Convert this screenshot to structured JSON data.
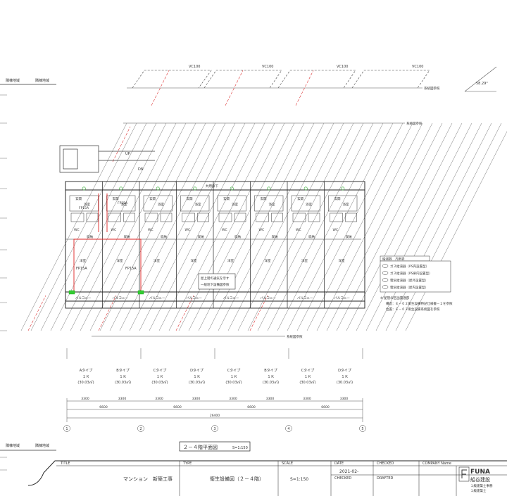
{
  "sheet": {
    "title_plan": "２－４階平面図",
    "scale_plan": "S=1:150",
    "neighbor_left_top": "隣棟地域",
    "neighbor_right_top": "隣棟地域",
    "neighbor_left_bottom": "隣棟地域",
    "neighbor_right_bottom": "隣棟地域",
    "angle": "58.29°",
    "ref_note_1": "系統図参照",
    "ref_note_2": "系統図参照",
    "ref_note_3": "系統図参照",
    "pipe_labels": [
      "VC100",
      "VC100",
      "VC100",
      "VC100"
    ],
    "corridor": "共用廊下",
    "stair_up": "UP",
    "stair_dn": "DN",
    "balcony": "バルコニー",
    "room_label": "洋室",
    "toilet_label": "WC",
    "storage_label": "収納",
    "unit_bath": "浴室",
    "entrance": "玄関",
    "riser_labels": [
      "FP15A",
      "FP15A",
      "FP15A",
      "FP15A"
    ],
    "note_box_lines": [
      "屋上階の通気を示す",
      "一般地下設備図参照"
    ]
  },
  "legend": {
    "title": "給湯器　凡例表",
    "rows": [
      "ガス給湯器（PS内設置型）",
      "ガス給湯器（PS扉内設置型）",
      "電気給湯器（屋外設置型）",
      "電気給湯器（屋内設置型）"
    ],
    "note_title": "※ 配管の区画貫通部",
    "note_lines": [
      "構造：Ｅ－０２衛生設備特記仕様書－２を参照",
      "位置：Ｅ－０３衛生設備系統図を参照"
    ]
  },
  "units": [
    {
      "type": "Aタイプ",
      "plan": "１Ｋ",
      "area": "(30.03㎡)"
    },
    {
      "type": "Bタイプ",
      "plan": "１Ｋ",
      "area": "(30.03㎡)"
    },
    {
      "type": "Cタイプ",
      "plan": "１Ｋ",
      "area": "(30.03㎡)"
    },
    {
      "type": "Dタイプ",
      "plan": "１Ｋ",
      "area": "(30.03㎡)"
    },
    {
      "type": "Cタイプ",
      "plan": "１Ｋ",
      "area": "(30.03㎡)"
    },
    {
      "type": "Bタイプ",
      "plan": "１Ｋ",
      "area": "(30.03㎡)"
    },
    {
      "type": "Cタイプ",
      "plan": "１Ｋ",
      "area": "(30.03㎡)"
    },
    {
      "type": "Dタイプ",
      "plan": "１Ｋ",
      "area": "(30.03㎡)"
    }
  ],
  "dims": {
    "small": [
      "3300",
      "3300",
      "3300",
      "3300",
      "3300",
      "3300",
      "3300",
      "3300"
    ],
    "mid": [
      "6600",
      "6600",
      "6600",
      "6600"
    ],
    "total": "26400"
  },
  "grid_axes": [
    "1",
    "2",
    "3",
    "4",
    "5"
  ],
  "title_block": {
    "title_hdr": "TITLE",
    "title_val": "マンション　新築工事",
    "type_hdr": "TYPE",
    "type_val": "衛生設備図（２－４階）",
    "scale_hdr": "SCALE",
    "scale_val": "S=1:150",
    "date_hdr": "DATE",
    "date_val": "2021-02-",
    "checked_hdr": "CHECKED",
    "checked_hdr2": "CHECKED",
    "drafted_hdr": "DRAFTED",
    "company_hdr": "COMPANY Name",
    "company_logo": "FUNA",
    "company_name": "船谷建設",
    "company_sub1": "１級建築士事務",
    "company_sub2": "１級建築士"
  }
}
